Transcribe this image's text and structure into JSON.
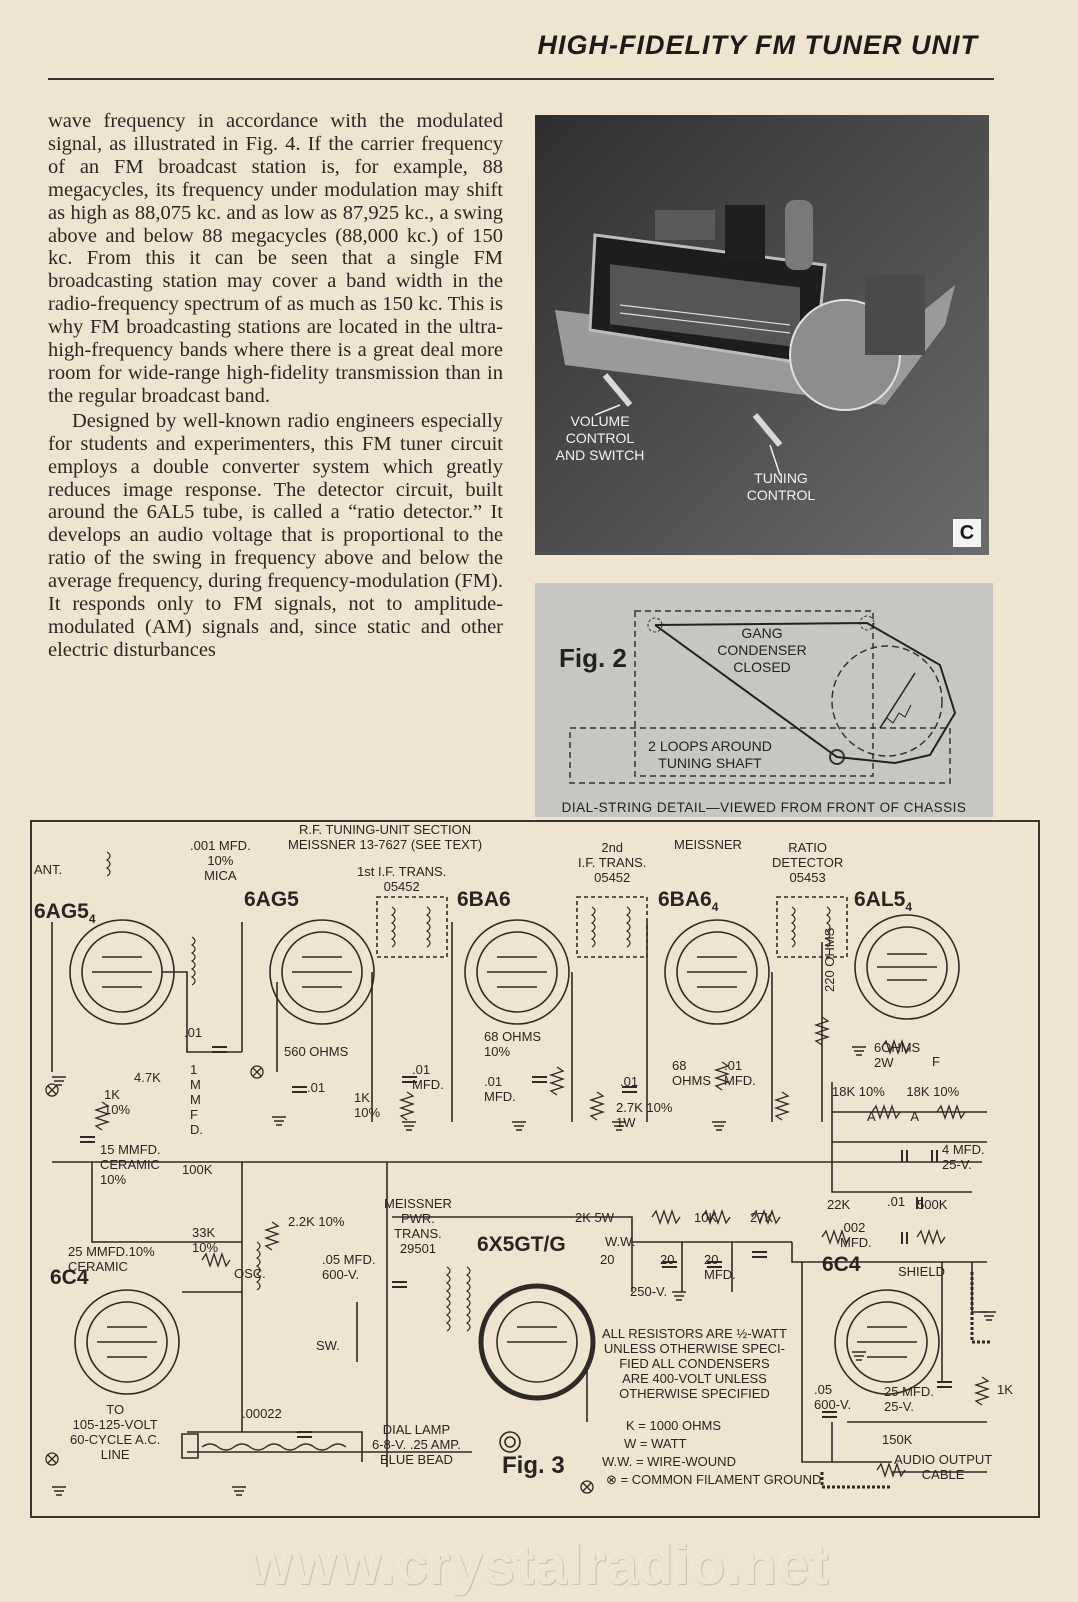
{
  "header": {
    "title": "HIGH-FIDELITY FM TUNER UNIT"
  },
  "article": {
    "paragraph1": "wave frequency in accordance with the modulated signal, as illustrated in Fig. 4. If the carrier frequency of an FM broadcast station is, for example, 88 megacycles, its frequency under modulation may shift as high as 88,075 kc. and as low as 87,925 kc., a swing above and below 88 megacycles (88,000 kc.) of 150 kc. From this it can be seen that a single FM broadcasting station may cover a band width in the radio-frequency spectrum of as much as 150 kc. This is why FM broadcasting stations are located in the ultra-high-frequency bands where there is a great deal more room for wide-range high-fidelity transmission than in the regular broadcast band.",
    "paragraph2": "Designed by well-known radio engineers especially for students and experimenters, this FM tuner circuit employs a double converter system which greatly reduces image response. The detector circuit, built around the 6AL5 tube, is called a “ratio detector.” It develops an audio voltage that is proportional to the ratio of the swing in frequency above and below the average frequency, during frequency-modulation (FM). It responds only to FM signals, not to amplitude-modulated (AM) signals and, since static and other electric disturbances"
  },
  "photo": {
    "label_volume": "VOLUME\nCONTROL\nAND SWITCH",
    "label_tuning": "TUNING\nCONTROL",
    "badge": "C"
  },
  "fig2": {
    "number": "Fig. 2",
    "gang_label": "GANG\nCONDENSER\nCLOSED",
    "loops_label": "2 LOOPS AROUND\nTUNING SHAFT",
    "caption": "DIAL-STRING DETAIL—VIEWED FROM FRONT OF CHASSIS"
  },
  "schematic": {
    "fig_number": "Fig. 3",
    "tubes": {
      "t1": "6AG5",
      "t1_sub": "4",
      "t2": "6AG5",
      "t3": "6BA6",
      "t4": "6BA6",
      "t4_sub": "4",
      "t5": "6AL5",
      "t5_sub": "4",
      "t6": "6C4",
      "t7": "6X5GT/G",
      "t8": "6C4"
    },
    "labels": {
      "rf_section": "R.F. TUNING-UNIT SECTION\nMEISSNER 13-7627 (SEE TEXT)",
      "ant": "ANT.",
      "c001": ".001 MFD.\n10%\nMICA",
      "if1": "1st I.F. TRANS.\n05452",
      "if2": "2nd\nI.F. TRANS.\n05452",
      "meissner_arrow": "MEISSNER",
      "ratio": "RATIO\nDETECTOR\n05453",
      "r560": "560 OHMS",
      "r68a": "68 OHMS\n10%",
      "r68b": "68\nOHMS",
      "c01_a": ".01",
      "c01_b": ".01",
      "c01_c": ".01\nMFD.",
      "c01_d": ".01\nMFD.",
      "c01_e": ".01",
      "c01_f": ".01\nMFD.",
      "r47k": "4.7K",
      "r1k_a": "1K\n10%",
      "r1k_b": "1K\n10%",
      "mmfd": "1\nM\nM\nF\nD.",
      "r27k": "2.7K 10%\n1W",
      "r220": "220 OHMS",
      "r6ohms": "6OHMS\n2W",
      "f_lbl": "F",
      "r18k": "18K 10%      18K 10%",
      "a_lbl": "A          A",
      "c4mfd": "4 MFD.\n25-V.",
      "c15": "15 MMFD.\nCERAMIC\n10%",
      "r100k": "100K",
      "r33k": "33K\n10%",
      "c25": "25 MMFD.10%\nCERAMIC",
      "osc": "OSC.",
      "r22k10": "2.2K 10%",
      "pwr": "MEISSNER\nPWR.\nTRANS.\n29501",
      "c05": ".05 MFD.\n600-V.",
      "sw": "SW.",
      "c00022": ".00022",
      "to_line": "TO\n105-125-VOLT\n60-CYCLE A.C.\nLINE",
      "dial_lamp": "DIAL LAMP\n6-8-V. .25 AMP.\nBLUE BEAD",
      "r2k5w": "2K 5W",
      "ww": "W.W.",
      "r10k": "10K",
      "r27kb": "27K",
      "c20a": "20",
      "c20b": "20",
      "c20c": "20\nMFD.",
      "v250": "250-V.",
      "r22k": "22K",
      "c01g": ".01",
      "r500k": "500K",
      "c002": ".002\nMFD.",
      "shield": "SHIELD",
      "c05b": ".05\n600-V.",
      "c25mfd": "25 MFD.\n25-V.",
      "r1kc": "1K",
      "r150k": "150K",
      "audio_out": "AUDIO OUTPUT\nCABLE",
      "notes": "ALL RESISTORS ARE ½-WATT\nUNLESS OTHERWISE SPECI-\nFIED ALL CONDENSERS\nARE 400-VOLT UNLESS\nOTHERWISE SPECIFIED",
      "legend_k": "K = 1000 OHMS",
      "legend_w": "W = WATT",
      "legend_ww": "W.W. = WIRE-WOUND",
      "legend_gnd": "= COMMON FILAMENT GROUND"
    }
  },
  "watermark": "www.crystalradio.net"
}
